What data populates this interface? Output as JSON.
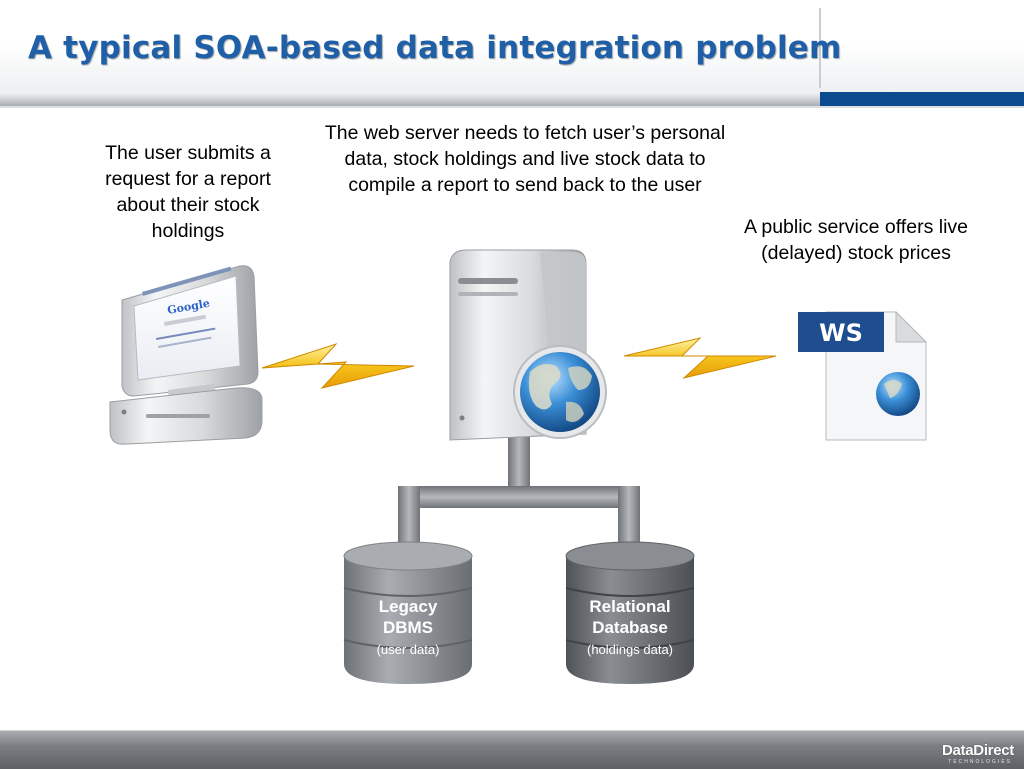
{
  "slide": {
    "title": "A typical SOA-based data integration problem"
  },
  "captions": {
    "user": "The user submits a request for a report about their stock holdings",
    "server": "The web server needs to fetch user’s personal data, stock holdings and live stock data to compile a report to send back to the user",
    "service": "A public service offers live (delayed) stock prices"
  },
  "monitor": {
    "brand": "Google"
  },
  "ws_doc": {
    "badge": "WS"
  },
  "databases": [
    {
      "line1": "Legacy",
      "line2": "DBMS",
      "note": "(user data)"
    },
    {
      "line1": "Relational",
      "line2": "Database",
      "note": "(holdings data)"
    }
  ],
  "footer": {
    "logo_main": "DataDirect",
    "logo_sub": "TECHNOLOGIES"
  },
  "icons": [
    "computer-icon",
    "lightning-bolt-icon",
    "server-tower-icon",
    "globe-icon",
    "web-service-document-icon",
    "database-cylinder-icon"
  ],
  "colors": {
    "title": "#1f5fa8",
    "accent_bar": "#0b4a8f",
    "bolt": "#f5c21a",
    "legacy_db": "#8e9296",
    "relational_db": "#6b6f73"
  }
}
